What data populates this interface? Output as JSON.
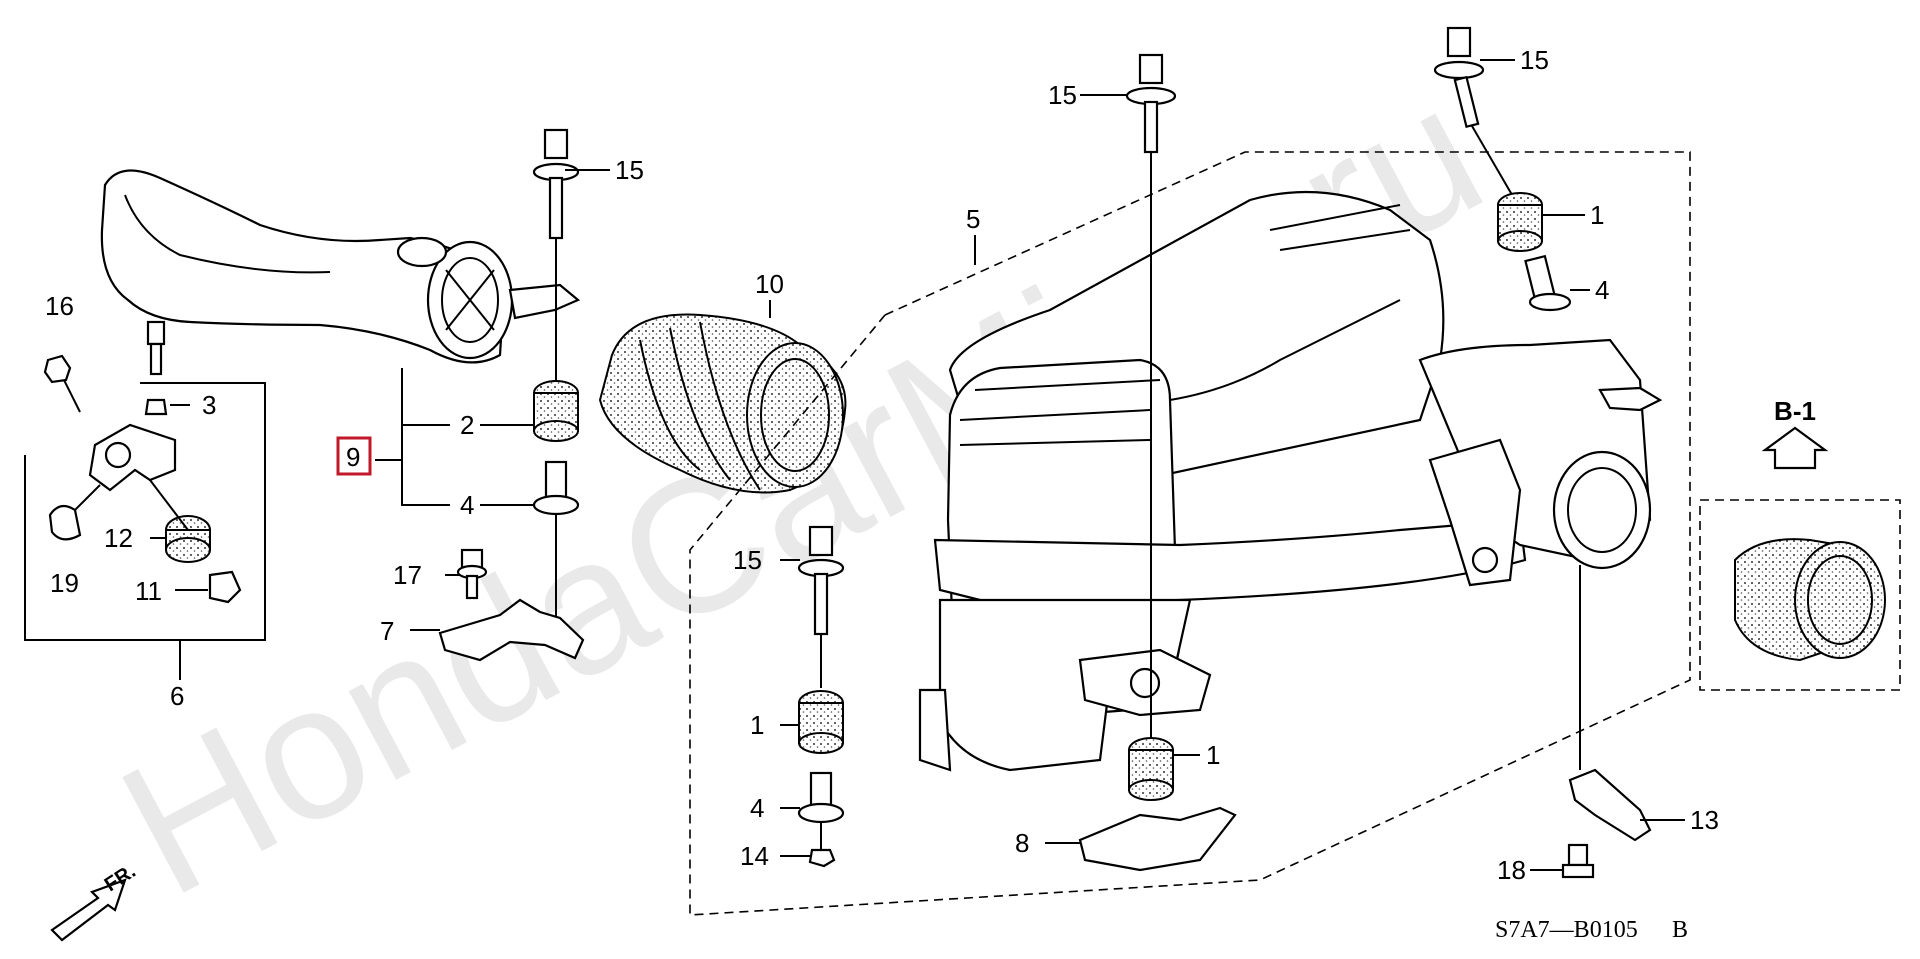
{
  "watermark": "HondaCarMine.ru",
  "diagram_code": "S7A7—B0105",
  "diagram_code_suffix": "B",
  "section_label": "B-1",
  "front_marker": "FR.",
  "callouts": {
    "c1a": "1",
    "c1b": "1",
    "c1c": "1",
    "c2": "2",
    "c3": "3",
    "c4a": "4",
    "c4b": "4",
    "c4c": "4",
    "c5": "5",
    "c6": "6",
    "c7": "7",
    "c8": "8",
    "c9": "9",
    "c10": "10",
    "c11": "11",
    "c12": "12",
    "c13": "13",
    "c14": "14",
    "c15a": "15",
    "c15b": "15",
    "c15c": "15",
    "c15d": "15",
    "c16": "16",
    "c17": "17",
    "c18": "18",
    "c19": "19"
  },
  "colors": {
    "highlight_box": "#c0172a",
    "ink": "#000000",
    "watermark": "#e9e9e9"
  }
}
